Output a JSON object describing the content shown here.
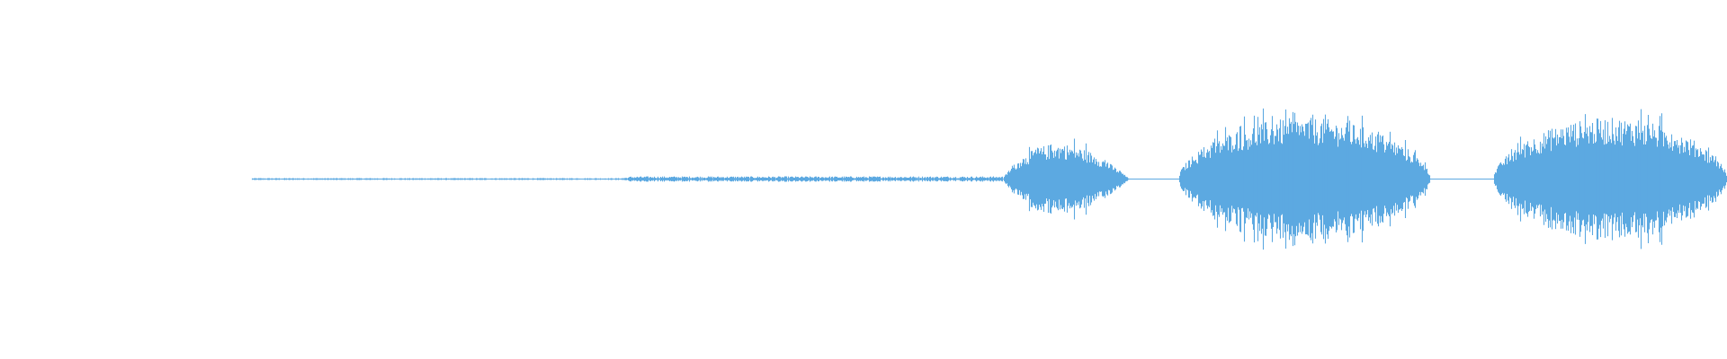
{
  "waveform": {
    "color": "#5DA9E1",
    "background": "#FFFFFF",
    "segments": [
      {
        "kind": "hairline",
        "amplitude": 0.01
      },
      {
        "kind": "quiet",
        "amplitude": 0.03
      },
      {
        "kind": "burst",
        "amplitude": 0.55
      },
      {
        "kind": "burst",
        "amplitude": 0.95
      },
      {
        "kind": "burst",
        "amplitude": 0.95
      }
    ]
  }
}
